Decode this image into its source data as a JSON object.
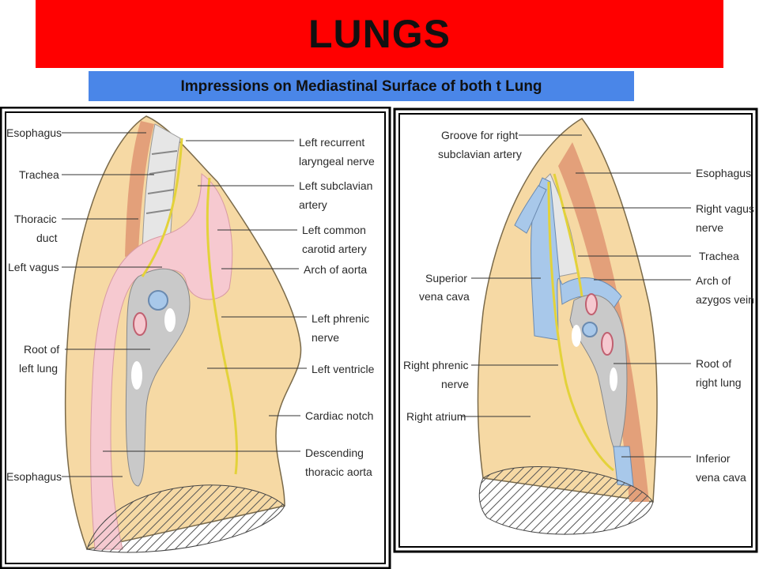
{
  "title": "LUNGS",
  "subtitle": "Impressions on Mediastinal Surface of both t Lung",
  "left_lung": {
    "labels_left": {
      "esophagus_top": "Esophagus",
      "trachea": "Trachea",
      "thoracic_duct_1": "Thoracic",
      "thoracic_duct_2": "duct",
      "left_vagus": "Left vagus",
      "root_1": "Root of",
      "root_2": "left lung",
      "esophagus_bottom": "Esophagus"
    },
    "labels_right": {
      "recurrent_1": "Left recurrent",
      "recurrent_2": "laryngeal nerve",
      "subclavian_1": "Left subclavian",
      "subclavian_2": "artery",
      "carotid_1": "Left common",
      "carotid_2": "carotid artery",
      "arch": "Arch of aorta",
      "phrenic_1": "Left phrenic",
      "phrenic_2": "nerve",
      "ventricle": "Left ventricle",
      "notch": "Cardiac notch",
      "desc_1": "Descending",
      "desc_2": "thoracic aorta"
    }
  },
  "right_lung": {
    "labels_left": {
      "groove_1": "Groove for right",
      "groove_2": "subclavian artery",
      "svc_1": "Superior",
      "svc_2": "vena cava",
      "phrenic_1": "Right phrenic",
      "phrenic_2": "nerve",
      "atrium": "Right atrium"
    },
    "labels_right": {
      "esophagus": "Esophagus",
      "vagus_1": "Right vagus",
      "vagus_2": "nerve",
      "trachea": "Trachea",
      "azygos_1": "Arch of",
      "azygos_2": "azygos vein",
      "root_1": "Root of",
      "root_2": "right lung",
      "ivc_1": "Inferior",
      "ivc_2": "vena cava"
    }
  },
  "colors": {
    "banner": "#ff0000",
    "subbar": "#4a86e8",
    "lung": "#f6d9a4",
    "aorta": "#f6c9d0",
    "vein": "#a8c8ea",
    "nerve": "#e3d23a",
    "esophagus": "#e3a07a",
    "hilum": "#c9c9c9"
  }
}
